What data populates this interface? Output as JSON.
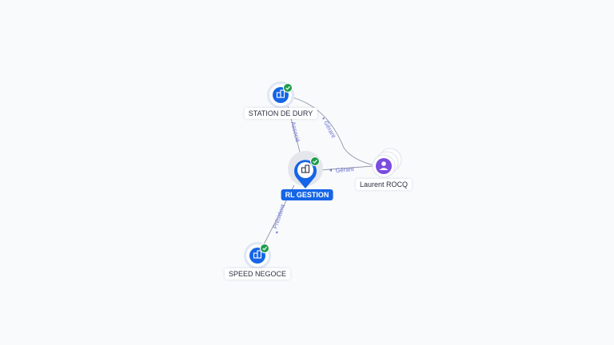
{
  "colors": {
    "company": "#1565e6",
    "person": "#7b4ce0",
    "verified": "#1f9d4c",
    "edge": "#8f96a8",
    "edge_label": "#6b6fd4",
    "focus_label_bg": "#1565e6"
  },
  "nodes": {
    "station_de_dury": {
      "label": "STATION DE DURY",
      "type": "company",
      "icon": "building-icon",
      "verified": true
    },
    "rl_gestion": {
      "label": "RL GESTION",
      "type": "company",
      "icon": "building-icon",
      "verified": true,
      "focus": true
    },
    "laurent_rocq": {
      "label": "Laurent ROCQ",
      "type": "person",
      "icon": "person-icon",
      "verified": false
    },
    "speed_negoce": {
      "label": "SPEED NEGOCE",
      "type": "company",
      "icon": "building-icon",
      "verified": true
    }
  },
  "edges": {
    "rocq_station": {
      "label": "Gérant",
      "from": "Laurent ROCQ",
      "to": "STATION DE DURY"
    },
    "rocq_rl": {
      "label": "Gérant",
      "from": "Laurent ROCQ",
      "to": "RL GESTION"
    },
    "rl_station": {
      "label": "Associé",
      "from": "RL GESTION",
      "to": "STATION DE DURY"
    },
    "rl_speed": {
      "label": "Président",
      "from": "RL GESTION",
      "to": "SPEED NEGOCE"
    }
  }
}
